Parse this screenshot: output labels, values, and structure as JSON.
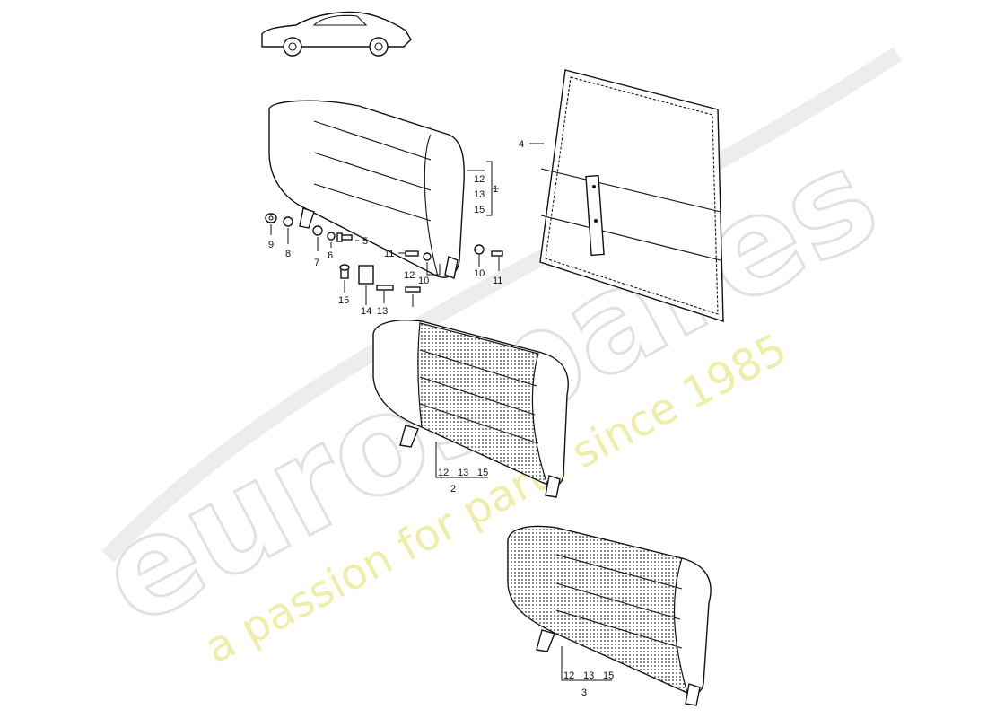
{
  "watermark": {
    "logo": "eurospares",
    "tagline": "a passion for parts since 1985"
  },
  "callouts": {
    "c1": "1",
    "c2": "2",
    "c3": "3",
    "c4": "4",
    "c5": "5",
    "c6": "6",
    "c7": "7",
    "c8": "8",
    "c9": "9",
    "c10a": "10",
    "c10b": "10",
    "c11a": "11",
    "c11b": "11",
    "c12a": "12",
    "c12b": "12",
    "c12c": "12",
    "c12d": "12",
    "c13a": "13",
    "c13b": "13",
    "c13c": "13",
    "c13d": "13",
    "c14": "14",
    "c15a": "15",
    "c15b": "15",
    "c15c": "15",
    "c15d": "15"
  },
  "icons": {
    "car": "car-side-icon"
  }
}
